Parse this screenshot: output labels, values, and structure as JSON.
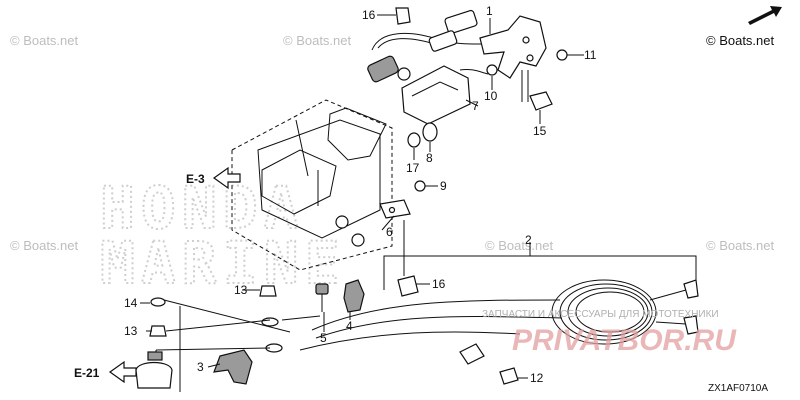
{
  "watermarks": {
    "boats_net": "© Boats.net",
    "brand_line1": "HONDA",
    "brand_line2": "MARINE",
    "shop_line": "ЗАПЧАСТИ И АКСЕССУАРЫ ДЛЯ МОТОТЕХНИКИ",
    "shop_brand": "PRIVATBOR.RU"
  },
  "reference_labels": [
    "E-3",
    "E-21"
  ],
  "diagram_code": "ZX1AF0710A",
  "callouts": [
    "1",
    "2",
    "3",
    "4",
    "5",
    "6",
    "7",
    "8",
    "9",
    "10",
    "11",
    "12",
    "13",
    "13",
    "14",
    "15",
    "16",
    "16",
    "17"
  ],
  "colors": {
    "line": "#111111",
    "watermark": "#bdbdbd",
    "shop_watermark": "#e2a0a0"
  },
  "icons": [
    "front-arrow-icon",
    "reference-arrow-icon"
  ]
}
